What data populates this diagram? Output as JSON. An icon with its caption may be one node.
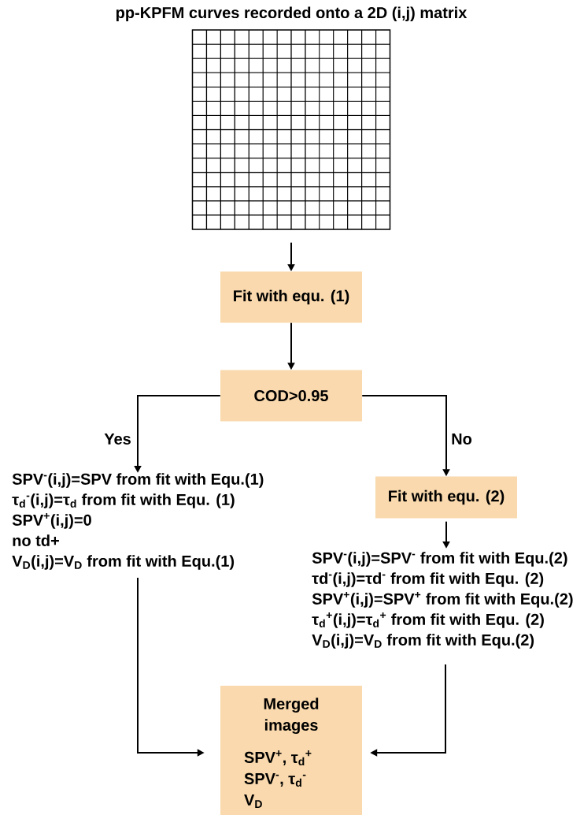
{
  "diagram": {
    "nodes": [
      {
        "text": [
          "pp-KPFM curves recorded onto a 2D (i,j) matrix"
        ]
      },
      {
        "text": [
          "Fit with equ. (1)"
        ]
      },
      {
        "text": [
          "COD>0.95"
        ]
      },
      {
        "text": [
          "SPV$^{-}$(i,j)=SPV from fit with Equ.(1)",
          "τ$_{d}$$^{-}$(i,j)=τ$_{d}$ from fit with  Equ. (1)",
          "SPV$^{+}$(i,j)=0",
          "no td+",
          "V$_{D}$(i,j)=V$_{D}$ from fit with Equ.(1)"
        ]
      },
      {
        "text": [
          "Fit with equ. (2)"
        ]
      },
      {
        "text": [
          "SPV$^{-}$(i,j)=SPV$^{-}$ from fit with Equ.(2)",
          "τd$^{-}$(i,j)=τd$^{-}$ from fit with  Equ. (2)",
          "SPV$^{+}$(i,j)=SPV$^{+}$ from fit with Equ.(2)",
          "τ$_{d}$$^{+}$(i,j)=τ$_{d}$$^{+}$ from fit with Equ. (2)",
          "V$_{D}$(i,j)=V$_{D}$ from fit with Equ.(2)"
        ]
      },
      {
        "text": [
          "Merged images",
          "SPV$^{+}$, τ$_{d}$$^{+}$",
          "SPV$^{-}$, τ$_{d}$$^{-}$",
          "V$_{D}$"
        ]
      }
    ],
    "edges": [
      {
        "from": 0,
        "to": 1,
        "arrow": "to"
      },
      {
        "from": 1,
        "to": 2,
        "arrow": "to"
      },
      {
        "from": 2,
        "to": 3,
        "arrow": "to",
        "label": "Yes"
      },
      {
        "from": 2,
        "to": 4,
        "arrow": "to",
        "label": "No"
      },
      {
        "from": 4,
        "to": 5,
        "arrow": "to"
      },
      {
        "from": 3,
        "to": 6,
        "arrow": "to"
      },
      {
        "from": 5,
        "to": 6,
        "arrow": "to"
      }
    ]
  }
}
